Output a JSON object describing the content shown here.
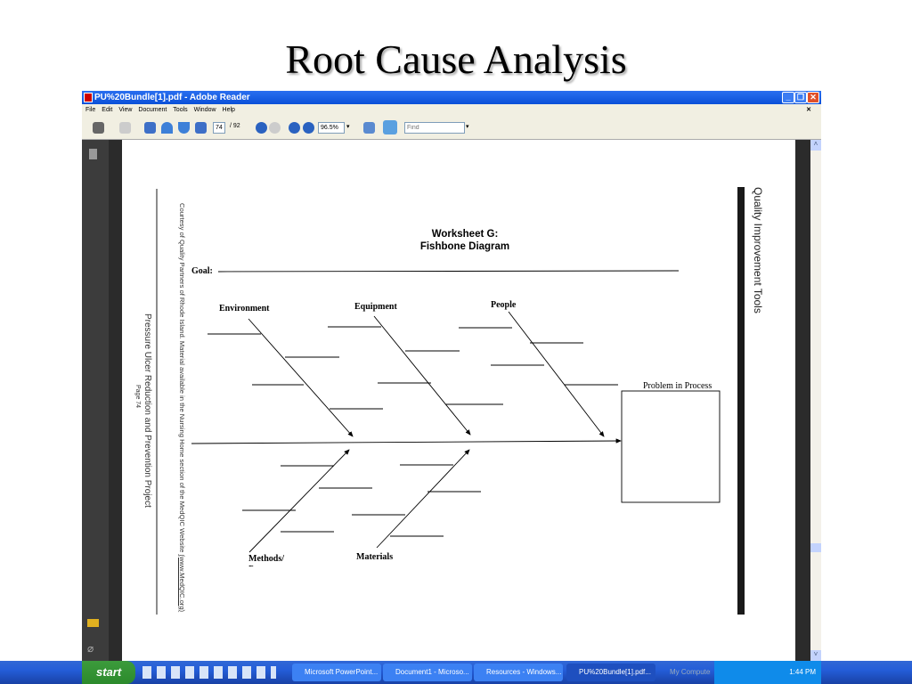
{
  "slide": {
    "title": "Root Cause Analysis"
  },
  "window": {
    "title": "PU%20Bundle[1].pdf - Adobe Reader",
    "menu": [
      "File",
      "Edit",
      "View",
      "Document",
      "Tools",
      "Window",
      "Help"
    ],
    "toolbar": {
      "page_current": "74",
      "page_total": "/ 92",
      "zoom": "96.5%",
      "find_placeholder": "Find"
    }
  },
  "document": {
    "heading1": "Worksheet G:",
    "heading2": "Fishbone Diagram",
    "goal_label": "Goal:",
    "categories": [
      "Environment",
      "Equipment",
      "People",
      "Methods/ Processes",
      "Materials"
    ],
    "problem_label": "Problem in Process",
    "side_title": "Quality Improvement Tools",
    "courtesy": "Courtesy of Quality Partners of Rhode Island. Material available in the Nursing Home section of the MedQIC Website",
    "courtesy_link": "(www.MedQIC.org)",
    "project": "Pressure Ulcer Reduction and Prevention Project",
    "page_label": "Page 74"
  },
  "taskbar": {
    "start": "start",
    "tasks": [
      "Microsoft PowerPoint...",
      "Document1 - Microso...",
      "Resources - Windows...",
      "PU%20Bundle[1].pdf...",
      "My Computer"
    ],
    "clock": "1:44 PM"
  }
}
